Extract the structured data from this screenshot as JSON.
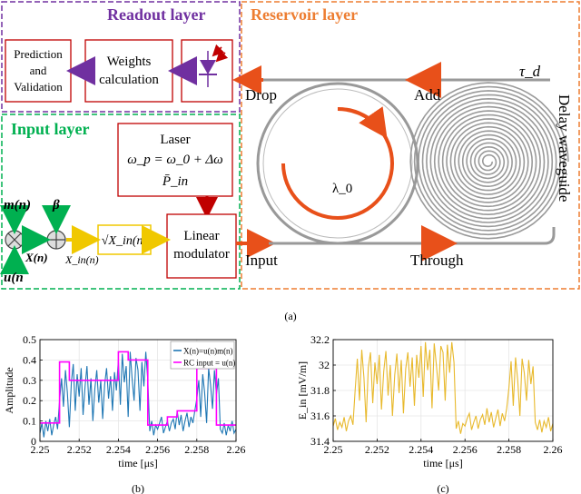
{
  "diagram": {
    "layers": {
      "readout": "Readout layer",
      "reservoir": "Reservoir layer",
      "input": "Input layer"
    },
    "blocks": {
      "prediction_line1": "Prediction",
      "prediction_line2": "and",
      "prediction_line3": "Validation",
      "weights_line1": "Weights",
      "weights_line2": "calculation",
      "laser_title": "Laser",
      "laser_eq": "ω_p = ω_0 + Δω",
      "laser_power": "P̄_in",
      "modulator_line1": "Linear",
      "modulator_line2": "modulator",
      "sqrt_block": "√X_in(n)"
    },
    "signals": {
      "m": "m(n)",
      "u": "u(n",
      "beta": "β",
      "x": "X(n)",
      "x_in": "X_in(n)"
    },
    "ports": {
      "drop": "Drop",
      "add": "Add",
      "input": "Input",
      "through": "Through",
      "tau": "τ_d",
      "lambda": "λ_0",
      "delay": "Delay waveguide"
    },
    "colors": {
      "readout": "#7030a0",
      "reservoir": "#ed7d31",
      "input": "#00b050",
      "signal_arrow": "#e8501a",
      "ring": "#8a8a8a",
      "sqrt_box": "#f0c800"
    },
    "caption": "(a)"
  },
  "chart_data": [
    {
      "type": "line",
      "caption": "(b)",
      "xlabel": "time [μs]",
      "ylabel": "Amplitude",
      "xlim": [
        2.25,
        2.26
      ],
      "ylim": [
        0,
        0.5
      ],
      "xticks": [
        "2.25",
        "2.252",
        "2.254",
        "2.256",
        "2.258",
        "2.26"
      ],
      "yticks": [
        "0",
        "0.1",
        "0.2",
        "0.3",
        "0.4",
        "0.5"
      ],
      "grid": true,
      "legend_position": "top-right",
      "series": [
        {
          "name": "X(n)=u(n)m(n)",
          "color": "#1f77b4",
          "x": [
            2.25,
            2.2501,
            2.2502,
            2.2503,
            2.2504,
            2.2505,
            2.2506,
            2.2507,
            2.2508,
            2.2509,
            2.251,
            2.2511,
            2.2512,
            2.2513,
            2.2514,
            2.2515,
            2.2516,
            2.2517,
            2.2518,
            2.2519,
            2.252,
            2.2521,
            2.2522,
            2.2523,
            2.2524,
            2.2525,
            2.2526,
            2.2527,
            2.2528,
            2.2529,
            2.253,
            2.2531,
            2.2532,
            2.2533,
            2.2534,
            2.2535,
            2.2536,
            2.2537,
            2.2538,
            2.2539,
            2.254,
            2.2541,
            2.2542,
            2.2543,
            2.2544,
            2.2545,
            2.2546,
            2.2547,
            2.2548,
            2.2549,
            2.255,
            2.2551,
            2.2552,
            2.2553,
            2.2554,
            2.2555,
            2.2556,
            2.2557,
            2.2558,
            2.2559,
            2.256,
            2.2561,
            2.2562,
            2.2563,
            2.2564,
            2.2565,
            2.2566,
            2.2567,
            2.2568,
            2.2569,
            2.257,
            2.2571,
            2.2572,
            2.2573,
            2.2574,
            2.2575,
            2.2576,
            2.2577,
            2.2578,
            2.2579,
            2.258,
            2.2581,
            2.2582,
            2.2583,
            2.2584,
            2.2585,
            2.2586,
            2.2587,
            2.2588,
            2.2589,
            2.259,
            2.2591,
            2.2592,
            2.2593,
            2.2594,
            2.2595,
            2.2596,
            2.2597,
            2.2598,
            2.2599,
            2.26
          ],
          "y": [
            0.04,
            0.09,
            0.02,
            0.1,
            0.05,
            0.11,
            0.03,
            0.08,
            0.12,
            0.06,
            0.2,
            0.31,
            0.17,
            0.35,
            0.24,
            0.07,
            0.29,
            0.38,
            0.15,
            0.33,
            0.22,
            0.36,
            0.13,
            0.27,
            0.37,
            0.18,
            0.31,
            0.1,
            0.26,
            0.35,
            0.19,
            0.3,
            0.11,
            0.28,
            0.36,
            0.21,
            0.32,
            0.15,
            0.34,
            0.25,
            0.4,
            0.18,
            0.43,
            0.29,
            0.37,
            0.12,
            0.44,
            0.31,
            0.2,
            0.41,
            0.35,
            0.15,
            0.39,
            0.27,
            0.44,
            0.3,
            0.05,
            0.1,
            0.03,
            0.08,
            0.06,
            0.09,
            0.12,
            0.04,
            0.07,
            0.1,
            0.05,
            0.09,
            0.11,
            0.06,
            0.15,
            0.08,
            0.13,
            0.05,
            0.1,
            0.14,
            0.07,
            0.12,
            0.09,
            0.15,
            0.21,
            0.3,
            0.12,
            0.33,
            0.24,
            0.09,
            0.36,
            0.28,
            0.16,
            0.35,
            0.23,
            0.31,
            0.06,
            0.04,
            0.09,
            0.03,
            0.08,
            0.05,
            0.1,
            0.04,
            0.06
          ]
        },
        {
          "name": "RC input = u(n)",
          "color": "#ff00ff",
          "x": [
            2.25,
            2.251,
            2.251,
            2.2515,
            2.2515,
            2.254,
            2.254,
            2.2545,
            2.2545,
            2.2555,
            2.2555,
            2.2565,
            2.2565,
            2.257,
            2.257,
            2.258,
            2.258,
            2.259,
            2.259,
            2.26
          ],
          "y": [
            0.09,
            0.09,
            0.39,
            0.39,
            0.3,
            0.3,
            0.44,
            0.44,
            0.4,
            0.4,
            0.08,
            0.08,
            0.12,
            0.12,
            0.15,
            0.15,
            0.36,
            0.36,
            0.08,
            0.08
          ]
        }
      ]
    },
    {
      "type": "line",
      "caption": "(c)",
      "xlabel": "time [μs]",
      "ylabel": "E_in [mV/m]",
      "xlim": [
        2.25,
        2.26
      ],
      "ylim": [
        31.4,
        32.2
      ],
      "xticks": [
        "2.25",
        "2.252",
        "2.254",
        "2.256",
        "2.258",
        "2.26"
      ],
      "yticks": [
        "31.4",
        "31.6",
        "31.8",
        "32",
        "32.2"
      ],
      "grid": true,
      "series": [
        {
          "color": "#e8b92c",
          "x": [
            2.25,
            2.2501,
            2.2502,
            2.2503,
            2.2504,
            2.2505,
            2.2506,
            2.2507,
            2.2508,
            2.2509,
            2.251,
            2.2511,
            2.2512,
            2.2513,
            2.2514,
            2.2515,
            2.2516,
            2.2517,
            2.2518,
            2.2519,
            2.252,
            2.2521,
            2.2522,
            2.2523,
            2.2524,
            2.2525,
            2.2526,
            2.2527,
            2.2528,
            2.2529,
            2.253,
            2.2531,
            2.2532,
            2.2533,
            2.2534,
            2.2535,
            2.2536,
            2.2537,
            2.2538,
            2.2539,
            2.254,
            2.2541,
            2.2542,
            2.2543,
            2.2544,
            2.2545,
            2.2546,
            2.2547,
            2.2548,
            2.2549,
            2.255,
            2.2551,
            2.2552,
            2.2553,
            2.2554,
            2.2555,
            2.2556,
            2.2557,
            2.2558,
            2.2559,
            2.256,
            2.2561,
            2.2562,
            2.2563,
            2.2564,
            2.2565,
            2.2566,
            2.2567,
            2.2568,
            2.2569,
            2.257,
            2.2571,
            2.2572,
            2.2573,
            2.2574,
            2.2575,
            2.2576,
            2.2577,
            2.2578,
            2.2579,
            2.258,
            2.2581,
            2.2582,
            2.2583,
            2.2584,
            2.2585,
            2.2586,
            2.2587,
            2.2588,
            2.2589,
            2.259,
            2.2591,
            2.2592,
            2.2593,
            2.2594,
            2.2595,
            2.2596,
            2.2597,
            2.2598,
            2.2599,
            2.26
          ],
          "y": [
            31.52,
            31.58,
            31.49,
            31.55,
            31.51,
            31.59,
            31.48,
            31.56,
            31.6,
            31.53,
            31.8,
            32.05,
            31.72,
            32.12,
            31.9,
            31.55,
            31.98,
            32.1,
            31.7,
            32.02,
            31.85,
            32.08,
            31.65,
            31.95,
            32.11,
            31.76,
            32.0,
            31.6,
            31.92,
            32.09,
            31.78,
            32.04,
            31.62,
            31.97,
            32.1,
            31.83,
            32.06,
            31.68,
            32.08,
            31.9,
            32.15,
            31.75,
            32.18,
            31.96,
            32.12,
            31.66,
            32.17,
            32.0,
            31.8,
            32.15,
            32.1,
            31.72,
            32.16,
            31.94,
            32.18,
            32.02,
            31.5,
            31.56,
            31.46,
            31.54,
            31.52,
            31.58,
            31.62,
            31.49,
            31.55,
            31.6,
            31.5,
            31.57,
            31.61,
            31.53,
            31.66,
            31.55,
            31.63,
            31.51,
            31.58,
            31.65,
            31.52,
            31.62,
            31.56,
            31.66,
            31.82,
            32.03,
            31.68,
            32.06,
            31.88,
            31.6,
            32.05,
            31.94,
            31.72,
            32.04,
            31.85,
            31.99,
            31.55,
            31.49,
            31.57,
            31.47,
            31.56,
            31.51,
            31.59,
            31.48,
            31.54
          ]
        }
      ]
    }
  ]
}
